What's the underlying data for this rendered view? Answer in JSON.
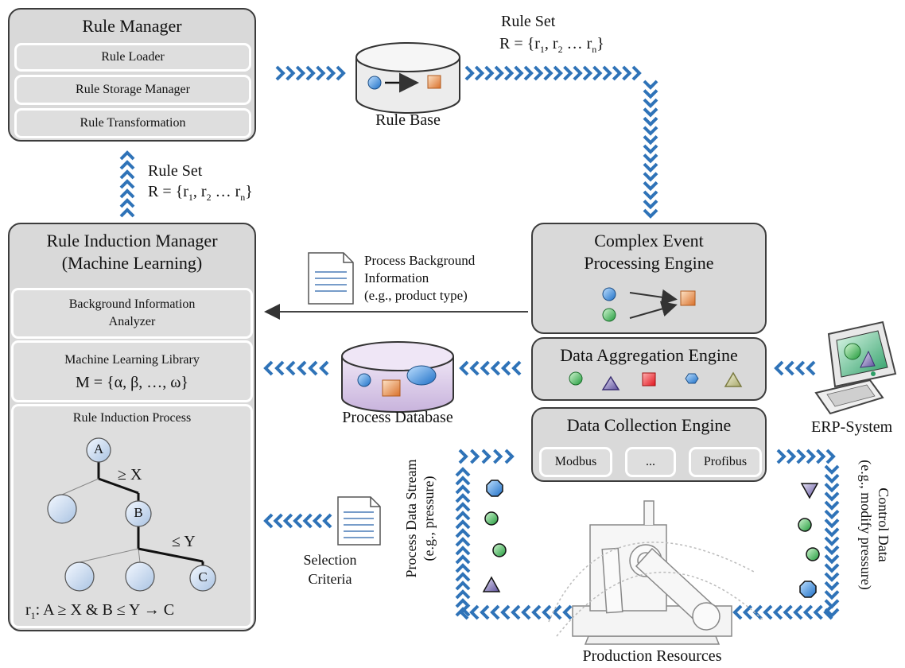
{
  "rule_manager": {
    "title": "Rule Manager",
    "items": [
      "Rule Loader",
      "Rule Storage Manager",
      "Rule Transformation"
    ]
  },
  "rule_base": {
    "label": "Rule Base"
  },
  "rule_set_top": {
    "line1": "Rule Set",
    "line2_prefix": "R = {r",
    "line2_mid": ", r",
    "line2_sub1": "1",
    "line2_sub2": "2",
    "line2_sub3": "n",
    "line2_suffix": "}",
    "ellipsis": " … r"
  },
  "rule_set_left": {
    "line1": "Rule Set"
  },
  "rule_induction": {
    "title_line1": "Rule Induction Manager",
    "title_line2": "(Machine Learning)",
    "bg_line1": "Background Information",
    "bg_line2": "Analyzer",
    "ml_line1": "Machine Learning Library",
    "ml_line2": "M = {α, β, …, ω}",
    "process_title": "Rule Induction Process",
    "node_a": "A",
    "node_b": "B",
    "node_c": "C",
    "cond_x": "≥ X",
    "cond_y": "≤ Y",
    "rule_prefix": "r",
    "rule_sub": "1",
    "rule_text": ": A ≥ X & B ≤ Y → C"
  },
  "cep": {
    "title_line1": "Complex Event",
    "title_line2": "Processing Engine"
  },
  "background_info": {
    "line1": "Process Background",
    "line2": "Information",
    "line3": "(e.g., product type)"
  },
  "data_aggregation": {
    "title": "Data Aggregation Engine"
  },
  "process_database": {
    "label": "Process Database"
  },
  "data_collection": {
    "title": "Data Collection Engine",
    "items": [
      "Modbus",
      "...",
      "Profibus"
    ]
  },
  "erp": {
    "label": "ERP-System"
  },
  "selection": {
    "line1": "Selection",
    "line2": "Criteria"
  },
  "process_stream": {
    "line1": "Process Data Stream",
    "line2": "(e.g., pressure)"
  },
  "control_data": {
    "line1": "Control Data",
    "line2": "(e.g., modify pressure)"
  },
  "production": {
    "label": "Production Resources"
  },
  "colors": {
    "chevron": "#2f73b8",
    "panel": "#d9d9d9",
    "border": "#3c3c3c",
    "db_fill": "#d8c8e6"
  }
}
